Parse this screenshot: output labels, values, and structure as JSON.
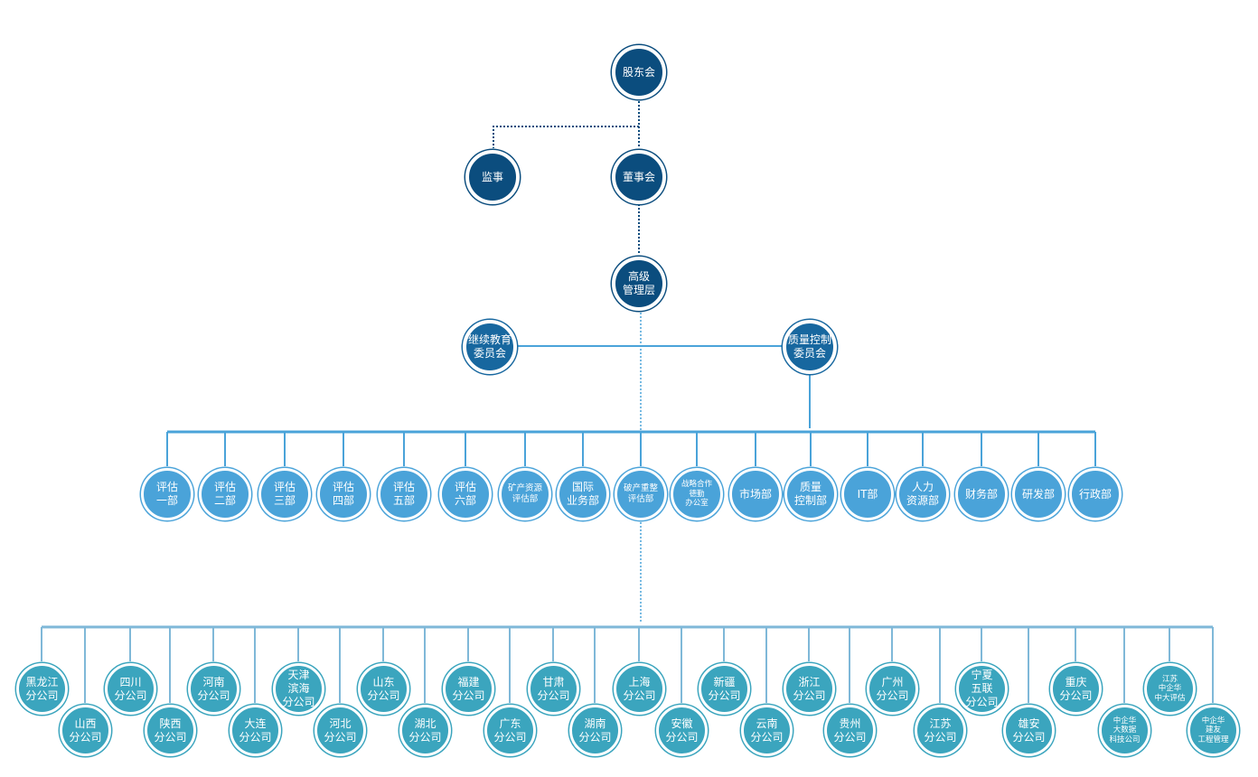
{
  "colors": {
    "top": "#0b4d7e",
    "committee": "#17679f",
    "department": "#4aa3d9",
    "branch": "#3ba5be",
    "line": "#7fb8d8"
  },
  "top": {
    "shareholders": "股东会",
    "supervisor": "监事",
    "board": "董事会",
    "management": "高级\n管理层"
  },
  "committees": {
    "education": "继续教育\n委员会",
    "quality": "质量控制\n委员会"
  },
  "departments": [
    "评估\n一部",
    "评估\n二部",
    "评估\n三部",
    "评估\n四部",
    "评估\n五部",
    "评估\n六部",
    "矿产资源\n评估部",
    "国际\n业务部",
    "破产重整\n评估部",
    "战略合作\n德勤\n办公室",
    "市场部",
    "质量\n控制部",
    "IT部",
    "人力\n资源部",
    "财务部",
    "研发部",
    "行政部"
  ],
  "branches_top": [
    "黑龙江\n分公司",
    "四川\n分公司",
    "河南\n分公司",
    "天津\n滨海\n分公司",
    "山东\n分公司",
    "福建\n分公司",
    "甘肃\n分公司",
    "上海\n分公司",
    "新疆\n分公司",
    "浙江\n分公司",
    "广州\n分公司",
    "宁夏\n五联\n分公司",
    "重庆\n分公司",
    "江苏\n中企华\n中大评估"
  ],
  "branches_bottom": [
    "山西\n分公司",
    "陕西\n分公司",
    "大连\n分公司",
    "河北\n分公司",
    "湖北\n分公司",
    "广东\n分公司",
    "湖南\n分公司",
    "安徽\n分公司",
    "云南\n分公司",
    "贵州\n分公司",
    "江苏\n分公司",
    "雄安\n分公司",
    "中企华\n大数据\n科技公司",
    "中企华\n建友\n工程管理"
  ]
}
